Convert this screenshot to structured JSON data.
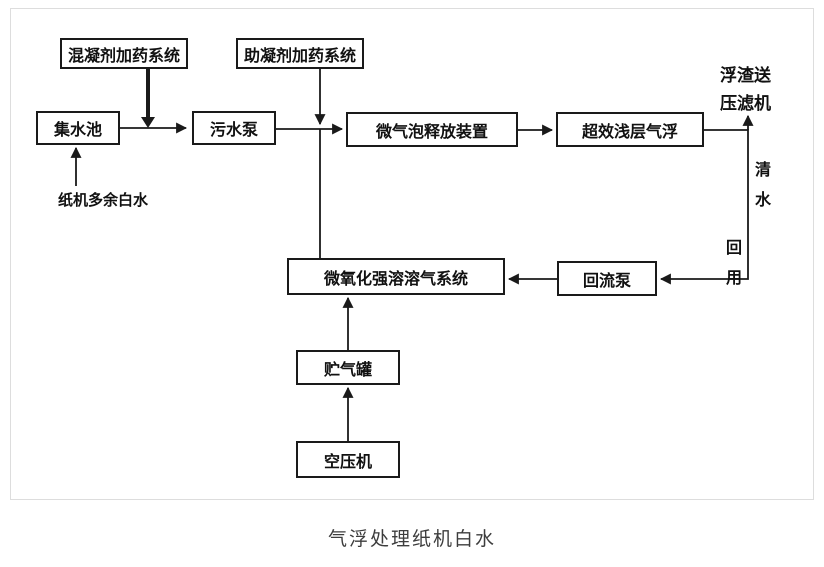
{
  "caption": "气浮处理纸机白水",
  "nodes": {
    "coagulant_dosing": "混凝剂加药系统",
    "coagulant_aid_dosing": "助凝剂加药系统",
    "collection_tank": "集水池",
    "sewage_pump": "污水泵",
    "microbubble_release": "微气泡释放装置",
    "shallow_daf": "超效浅层气浮",
    "dissolved_air_system": "微氧化强溶溶气系统",
    "return_pump": "回流泵",
    "gas_tank": "贮气罐",
    "air_compressor": "空压机"
  },
  "labels": {
    "inflow": "纸机多余白水",
    "scum_line1": "浮渣送",
    "scum_line2": "压滤机",
    "clear_water": "清水",
    "reuse": "回用"
  },
  "colors": {
    "line": "#1a1a1a",
    "frame_border": "#dddddd",
    "caption_text": "#3d3d3d"
  }
}
